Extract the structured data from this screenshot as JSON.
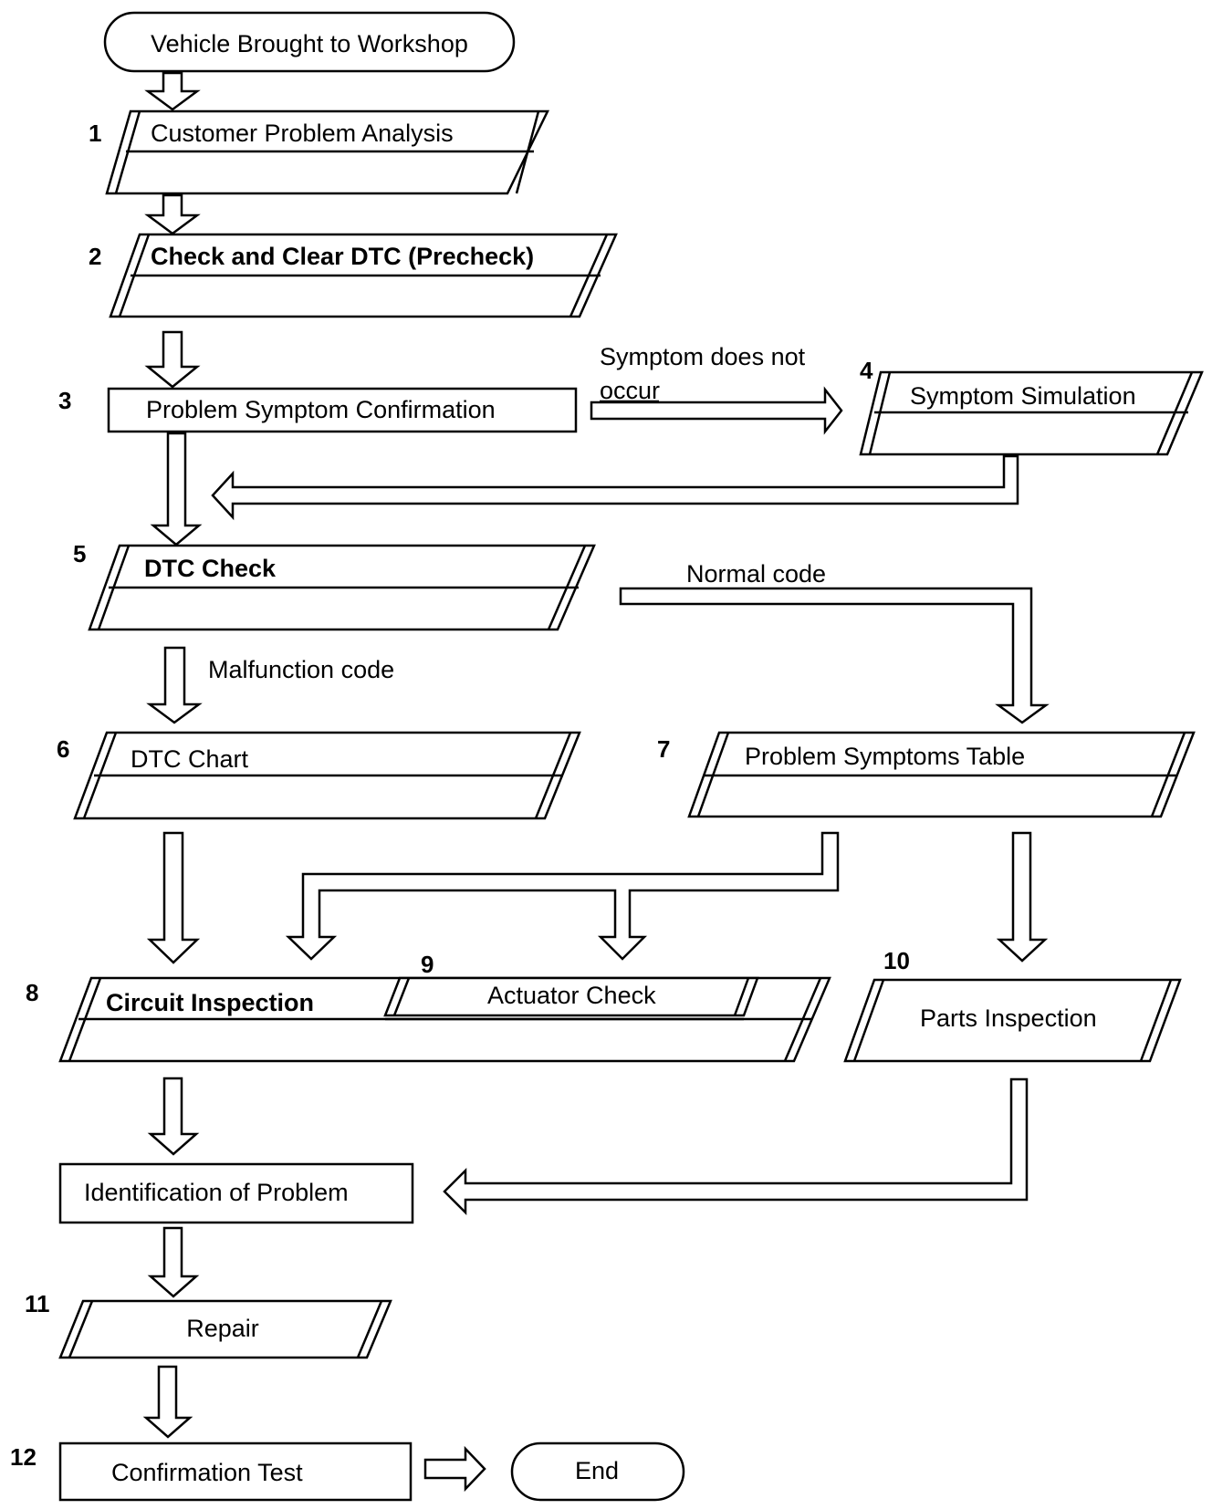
{
  "nodes": {
    "start": {
      "label": "Vehicle Brought to Workshop"
    },
    "n1": {
      "number": "1",
      "label": "Customer Problem Analysis"
    },
    "n2": {
      "number": "2",
      "label": "Check and Clear DTC (Precheck)"
    },
    "n3": {
      "number": "3",
      "label": "Problem Symptom Confirmation"
    },
    "n4": {
      "number": "4",
      "label": "Symptom Simulation"
    },
    "n5": {
      "number": "5",
      "label": "DTC Check"
    },
    "n6": {
      "number": "6",
      "label": "DTC Chart"
    },
    "n7": {
      "number": "7",
      "label": "Problem Symptoms Table"
    },
    "n8": {
      "number": "8",
      "label": "Circuit Inspection"
    },
    "n9": {
      "number": "9",
      "label": "Actuator Check"
    },
    "n10": {
      "number": "10",
      "label": "Parts Inspection"
    },
    "ident": {
      "label": "Identification of Problem"
    },
    "n11": {
      "number": "11",
      "label": "Repair"
    },
    "n12": {
      "number": "12",
      "label": "Confirmation Test"
    },
    "end": {
      "label": "End"
    }
  },
  "edges": {
    "symptom_not_occur": {
      "line1": "Symptom does not",
      "line2": "occur"
    },
    "normal_code": "Normal code",
    "malfunction_code": "Malfunction code"
  }
}
